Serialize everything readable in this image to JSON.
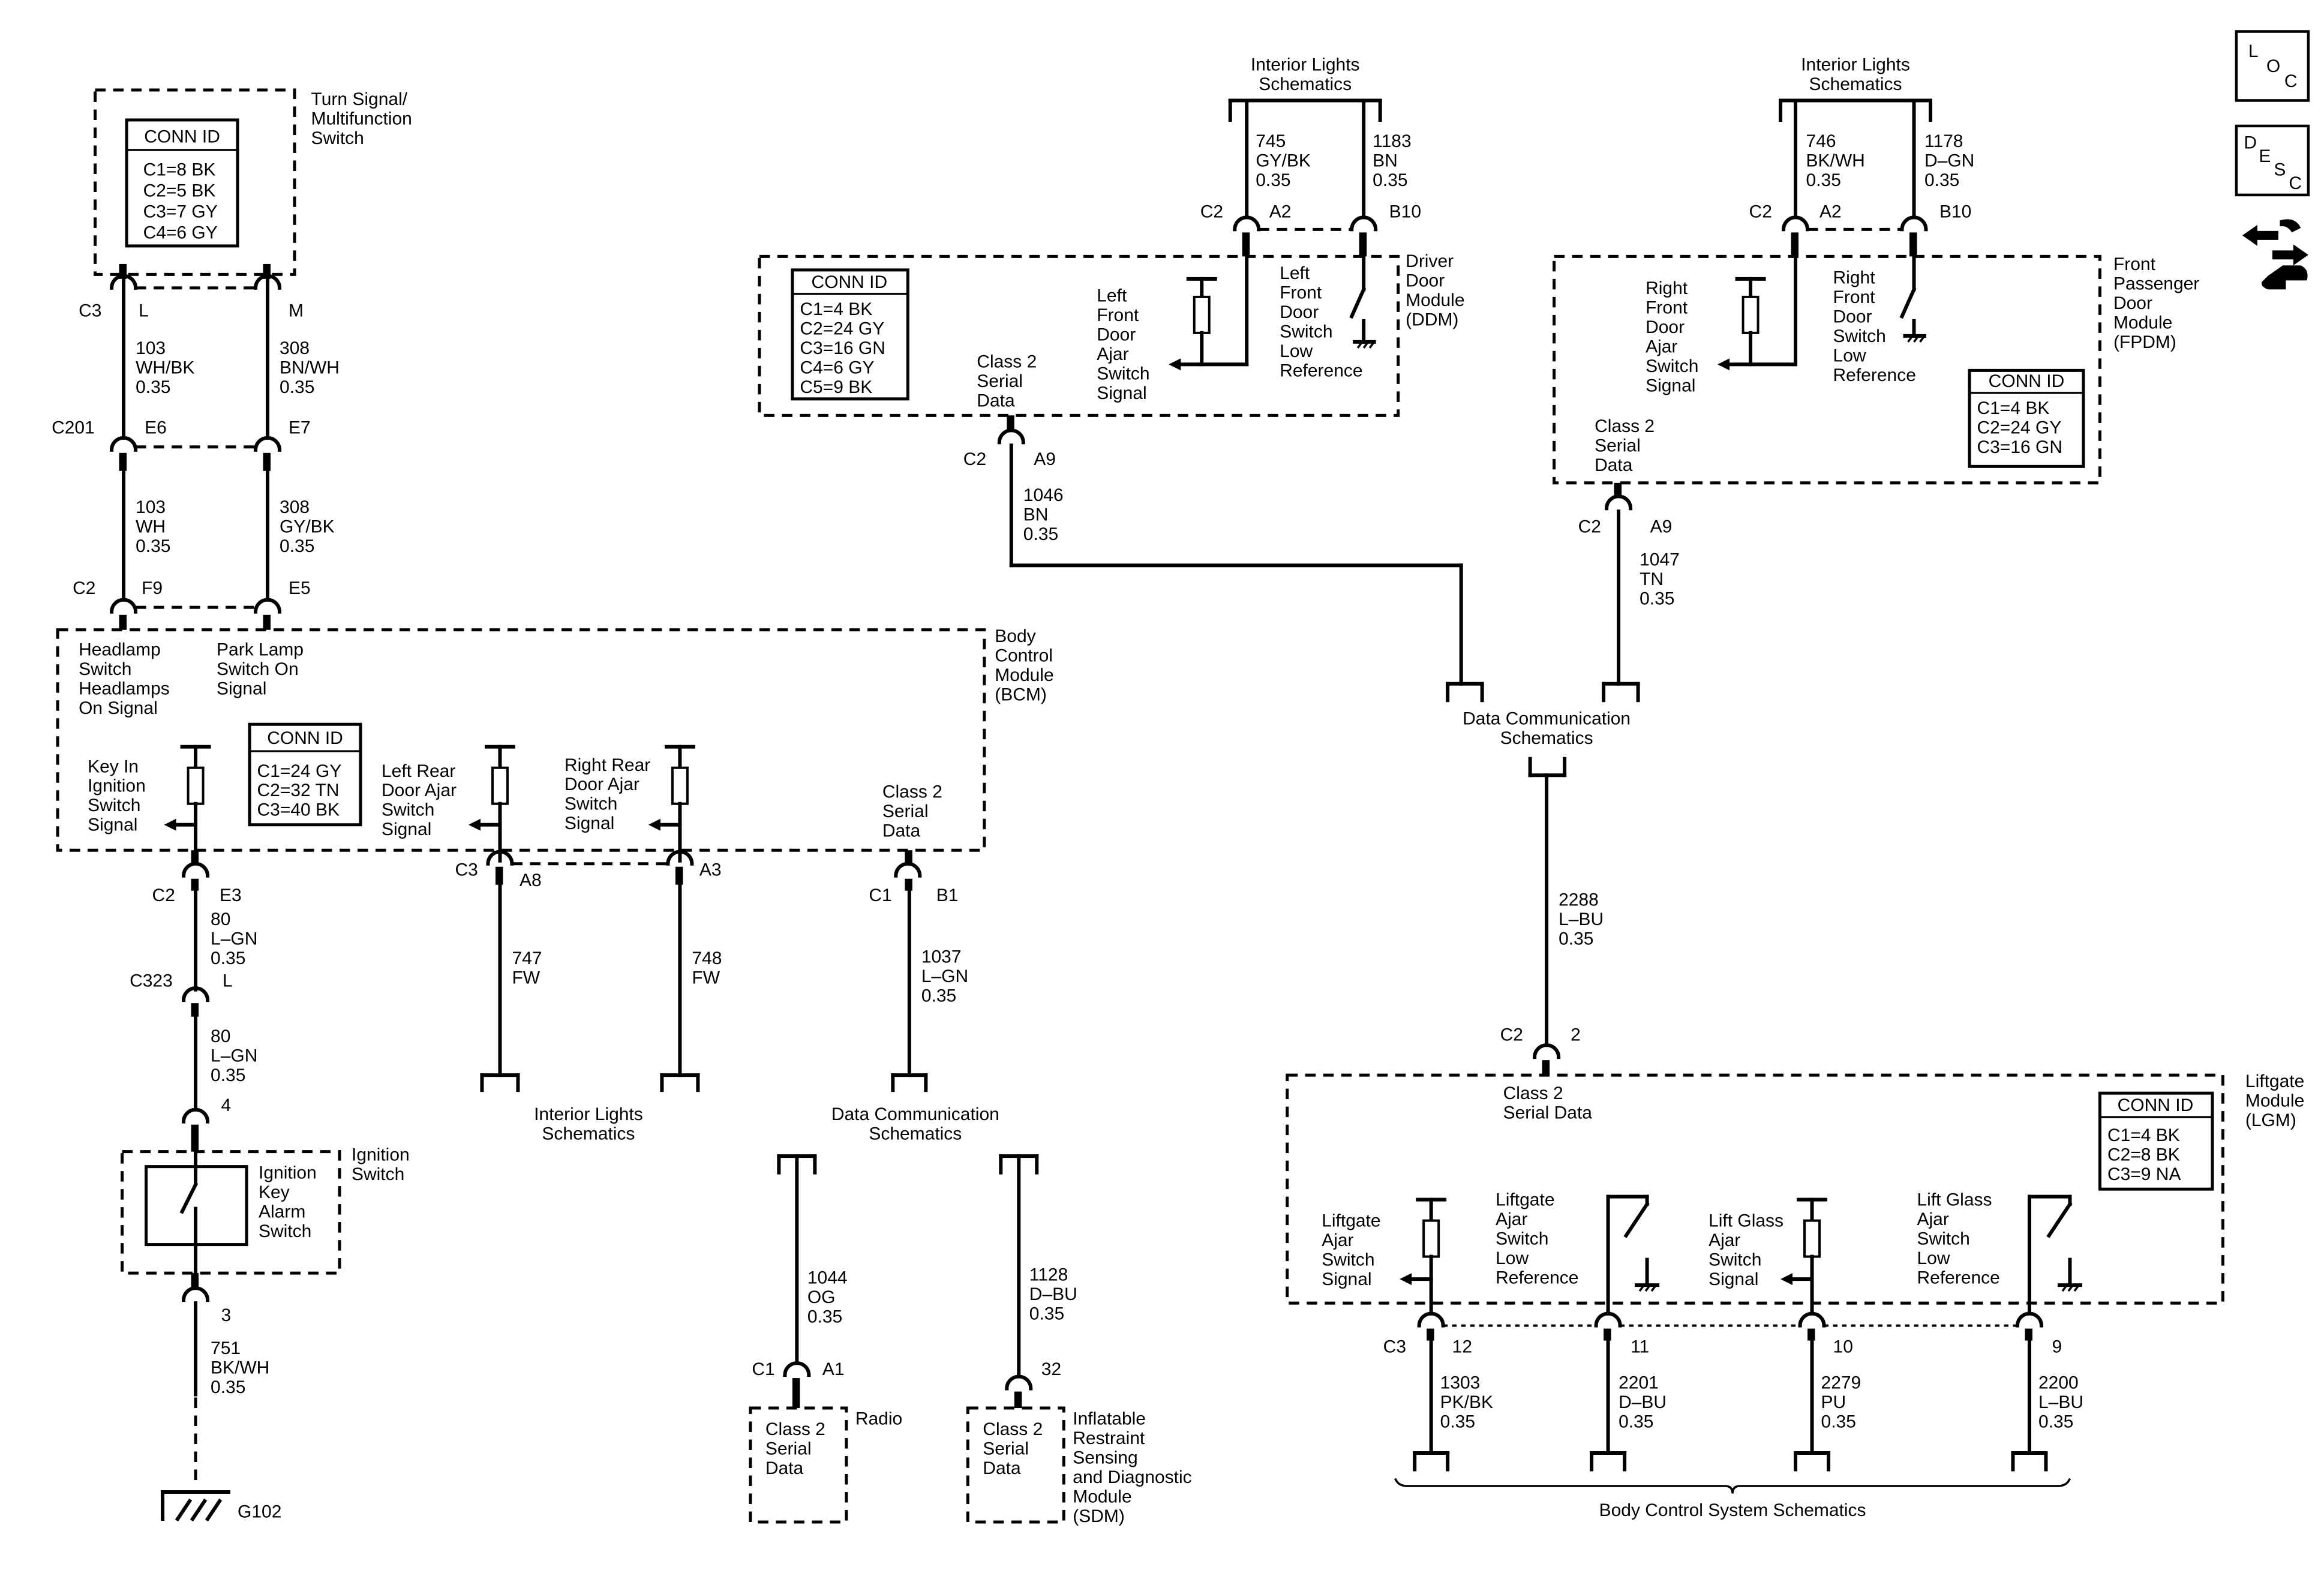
{
  "modules": {
    "turn_signal": {
      "name_lines": [
        "Turn Signal/",
        "Multifunction",
        "Switch"
      ],
      "conn_title": "CONN ID",
      "conn_rows": [
        "C1=8 BK",
        "C2=5 BK",
        "C3=7 GY",
        "C4=6 GY"
      ]
    },
    "bcm": {
      "name_lines": [
        "Body",
        "Control",
        "Module",
        "(BCM)"
      ],
      "conn_title": "CONN ID",
      "conn_rows": [
        "C1=24 GY",
        "C2=32 TN",
        "C3=40 BK"
      ]
    },
    "ddm": {
      "name_lines": [
        "Driver",
        "Door",
        "Module",
        "(DDM)"
      ],
      "conn_title": "CONN ID",
      "conn_rows": [
        "C1=4 BK",
        "C2=24 GY",
        "C3=16 GN",
        "C4=6 GY",
        "C5=9 BK"
      ]
    },
    "fpdm": {
      "name_lines": [
        "Front",
        "Passenger",
        "Door",
        "Module",
        "(FPDM)"
      ],
      "conn_title": "CONN ID",
      "conn_rows": [
        "C1=4 BK",
        "C2=24 GY",
        "C3=16 GN"
      ]
    },
    "lgm": {
      "name_lines": [
        "Liftgate",
        "Module",
        "(LGM)"
      ],
      "conn_title": "CONN ID",
      "conn_rows": [
        "C1=4 BK",
        "C2=8 BK",
        "C3=9 NA"
      ]
    },
    "ignition": {
      "name_lines": [
        "Ignition",
        "Switch"
      ],
      "inner_lines": [
        "Ignition",
        "Key",
        "Alarm",
        "Switch"
      ]
    },
    "radio": {
      "name_lines": [
        "Radio"
      ],
      "inner_lines": [
        "Class 2",
        "Serial",
        "Data"
      ]
    },
    "sdm": {
      "name_lines": [
        "Inflatable",
        "Restraint",
        "Sensing",
        "and Diagnostic",
        "Module",
        "(SDM)"
      ],
      "inner_lines": [
        "Class 2",
        "Serial",
        "Data"
      ]
    }
  },
  "internal_labels": {
    "headlamp": [
      "Headlamp",
      "Switch",
      "Headlamps",
      "On Signal"
    ],
    "park": [
      "Park Lamp",
      "Switch On",
      "Signal"
    ],
    "key_in": [
      "Key In",
      "Ignition",
      "Switch",
      "Signal"
    ],
    "left_rear": [
      "Left Rear",
      "Door Ajar",
      "Switch",
      "Signal"
    ],
    "right_rear": [
      "Right Rear",
      "Door Ajar",
      "Switch",
      "Signal"
    ],
    "bcm_class2": [
      "Class 2",
      "Serial",
      "Data"
    ],
    "ddm_class2": [
      "Class 2",
      "Serial",
      "Data"
    ],
    "lf_ajar": [
      "Left",
      "Front",
      "Door",
      "Ajar",
      "Switch",
      "Signal"
    ],
    "lf_low": [
      "Left",
      "Front",
      "Door",
      "Switch",
      "Low",
      "Reference"
    ],
    "rf_ajar": [
      "Right",
      "Front",
      "Door",
      "Ajar",
      "Switch",
      "Signal"
    ],
    "rf_low": [
      "Right",
      "Front",
      "Door",
      "Switch",
      "Low",
      "Reference"
    ],
    "fpdm_class2": [
      "Class 2",
      "Serial",
      "Data"
    ],
    "lgm_class2": [
      "Class 2",
      "Serial Data"
    ],
    "liftgate_ajar": [
      "Liftgate",
      "Ajar",
      "Switch",
      "Signal"
    ],
    "liftgate_low": [
      "Liftgate",
      "Ajar",
      "Switch",
      "Low",
      "Reference"
    ],
    "liftglass_ajar": [
      "Lift Glass",
      "Ajar",
      "Switch",
      "Signal"
    ],
    "liftglass_low": [
      "Lift Glass",
      "Ajar",
      "Switch",
      "Low",
      "Reference"
    ]
  },
  "connectors": {
    "ts_c3": "C3",
    "ts_l": "L",
    "ts_m": "M",
    "c201": "C201",
    "e6": "E6",
    "e7": "E7",
    "bcm_c2": "C2",
    "f9": "F9",
    "e5": "E5",
    "bcm_e3_c": "C2",
    "e3": "E3",
    "c323": "C323",
    "c323_pin": "L",
    "ign_4": "4",
    "ign_3": "3",
    "bcm_c3": "C3",
    "a8": "A8",
    "a3": "A3",
    "bcm_c1": "C1",
    "b1": "B1",
    "ddm_c2": "C2",
    "ddm_a2": "A2",
    "ddm_b10": "B10",
    "ddm_c2b": "C2",
    "ddm_a9": "A9",
    "fpdm_c2": "C2",
    "fpdm_a2": "A2",
    "fpdm_b10": "B10",
    "fpdm_c2b": "C2",
    "fpdm_a9": "A9",
    "lgm_c2": "C2",
    "lgm_2": "2",
    "lgm_c3": "C3",
    "p12": "12",
    "p11": "11",
    "p10": "10",
    "p9": "9",
    "radio_c1": "C1",
    "radio_a1": "A1",
    "sdm_32": "32",
    "g102": "G102"
  },
  "wires": {
    "w103a": [
      "103",
      "WH/BK",
      "0.35"
    ],
    "w308a": [
      "308",
      "BN/WH",
      "0.35"
    ],
    "w103b": [
      "103",
      "WH",
      "0.35"
    ],
    "w308b": [
      "308",
      "GY/BK",
      "0.35"
    ],
    "w80a": [
      "80",
      "L–GN",
      "0.35"
    ],
    "w80b": [
      "80",
      "L–GN",
      "0.35"
    ],
    "w751": [
      "751",
      "BK/WH",
      "0.35"
    ],
    "w747": [
      "747",
      "FW"
    ],
    "w748": [
      "748",
      "FW"
    ],
    "w1037": [
      "1037",
      "L–GN",
      "0.35"
    ],
    "w1044": [
      "1044",
      "OG",
      "0.35"
    ],
    "w1128": [
      "1128",
      "D–BU",
      "0.35"
    ],
    "w745": [
      "745",
      "GY/BK",
      "0.35"
    ],
    "w1183": [
      "1183",
      "BN",
      "0.35"
    ],
    "w1046": [
      "1046",
      "BN",
      "0.35"
    ],
    "w746": [
      "746",
      "BK/WH",
      "0.35"
    ],
    "w1178": [
      "1178",
      "D–GN",
      "0.35"
    ],
    "w1047": [
      "1047",
      "TN",
      "0.35"
    ],
    "w2288": [
      "2288",
      "L–BU",
      "0.35"
    ],
    "w1303": [
      "1303",
      "PK/BK",
      "0.35"
    ],
    "w2201": [
      "2201",
      "D–BU",
      "0.35"
    ],
    "w2279": [
      "2279",
      "PU",
      "0.35"
    ],
    "w2200": [
      "2200",
      "L–BU",
      "0.35"
    ]
  },
  "references": {
    "interior_lights_1": [
      "Interior Lights",
      "Schematics"
    ],
    "interior_lights_2": [
      "Interior Lights",
      "Schematics"
    ],
    "interior_lights_3": [
      "Interior Lights",
      "Schematics"
    ],
    "data_comm_1": [
      "Data Communication",
      "Schematics"
    ],
    "data_comm_2": [
      "Data Communication",
      "Schematics"
    ],
    "body_control": [
      "Body Control System Schematics"
    ]
  },
  "nav_icons": {
    "loc": [
      "L",
      "O",
      "C"
    ],
    "desc": [
      "D",
      "E",
      "S",
      "C"
    ]
  }
}
